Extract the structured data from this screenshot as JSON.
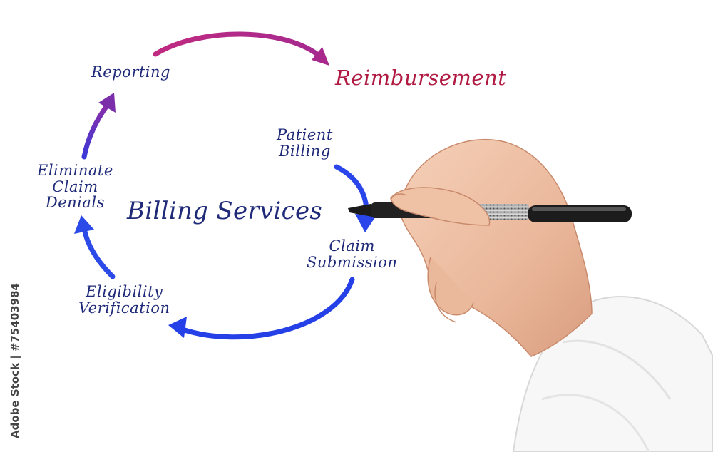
{
  "diagram": {
    "title": "Billing Services",
    "nodes": {
      "reimbursement": "Reimbursement",
      "reporting": "Reporting",
      "patient_billing": [
        "Patient",
        "Billing"
      ],
      "claim_submission": [
        "Claim",
        "Submission"
      ],
      "eligibility_verification": [
        "Eligibility",
        "Verification"
      ],
      "eliminate_claim_denials": [
        "Eliminate",
        "Claim",
        "Denials"
      ]
    },
    "flow": [
      "Patient Billing",
      "Claim Submission",
      "Eligibility Verification",
      "Eliminate Claim Denials",
      "Reporting",
      "Reimbursement"
    ]
  },
  "watermark": {
    "stock_id": "Adobe Stock | #75403984"
  },
  "colors": {
    "ink_blue": "#1f2a78",
    "arrow_blue": "#2340e6",
    "arrow_purple": "#6a2fb0",
    "arrow_magenta": "#b42a82",
    "reimbursement_red": "#b01a42",
    "skin": "#f0c3a8",
    "sleeve": "#f6f6f6",
    "marker": "#1b1b1b"
  },
  "icons": [
    "hand-with-marker-illustration"
  ]
}
